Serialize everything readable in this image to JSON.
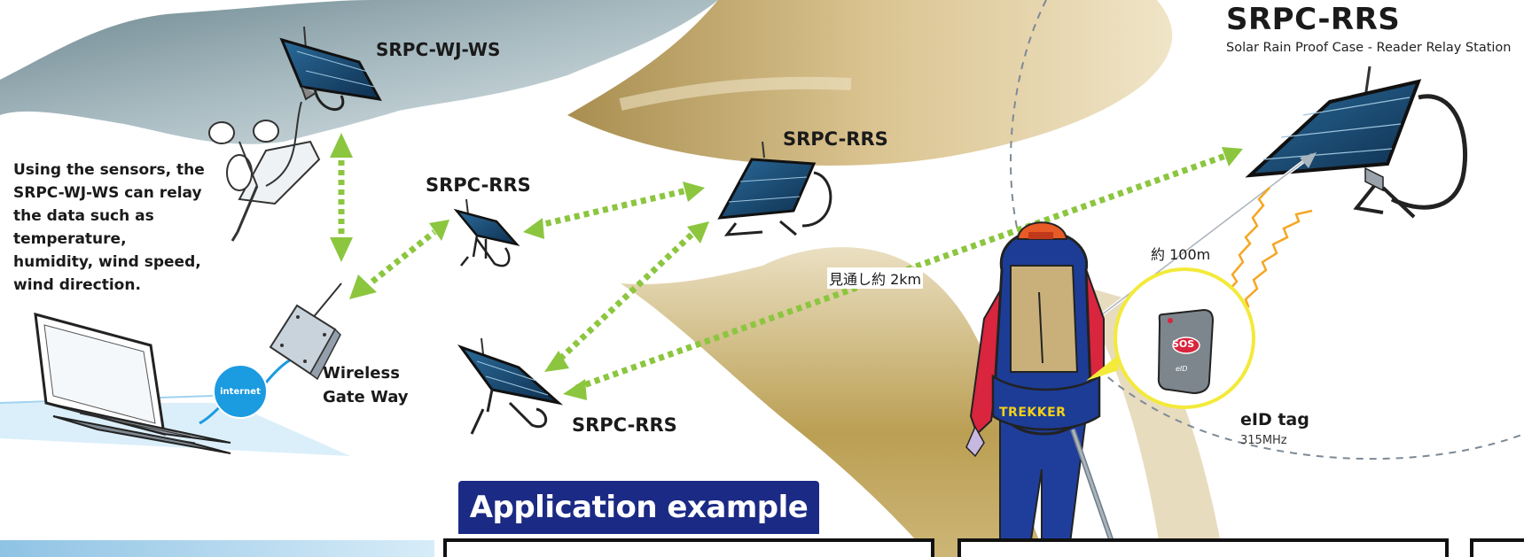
{
  "labels": {
    "wj_ws": "SRPC-WJ-WS",
    "rrs_mid_top": "SRPC-RRS",
    "rrs_left": "SRPC-RRS",
    "rrs_bottom": "SRPC-RRS",
    "rrs_main_title": "SRPC-RRS",
    "rrs_main_subtitle": "Solar Rain Proof Case - Reader Relay Station",
    "sensor_desc_1": "Using the sensors, the",
    "sensor_desc_2": "SRPC-WJ-WS can relay",
    "sensor_desc_3": "the data such as",
    "sensor_desc_4": "temperature,",
    "sensor_desc_5": "humidity, wind speed,",
    "sensor_desc_6": "wind direction.",
    "gateway_1": "Wireless",
    "gateway_2": "Gate Way",
    "internet": "internet",
    "distance_los": "見通し約 2km",
    "distance_near": "約 100m",
    "eid_tag": "eID tag",
    "frequency": "315MHz",
    "backpack": "TREKKER",
    "sos": "SOS",
    "eid_small": "eID",
    "application_example": "Application example"
  },
  "colors": {
    "link_arrow": "#8cc63f",
    "mountain": "#8fa5ac",
    "trail": "#c9ab6b",
    "panel": "#1f4f78",
    "banner": "#1b2a84",
    "internet_badge": "#1b9be0",
    "signal": "#f5a623",
    "tag_halo": "#f3ea3a"
  }
}
